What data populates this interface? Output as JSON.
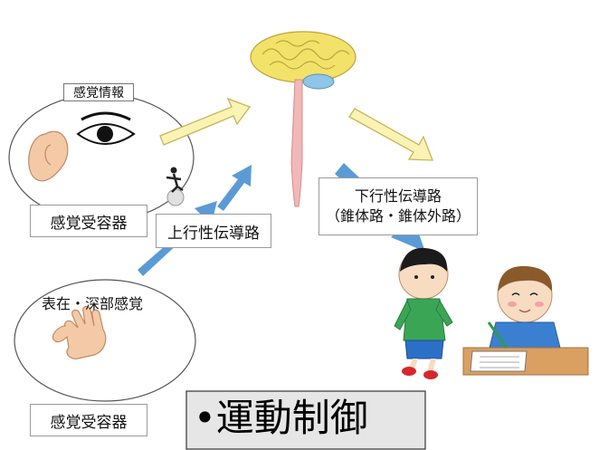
{
  "labels": {
    "sensory_info": "感覚情報",
    "receptor_upper": "感覚受容器",
    "ascending_pathway": "上行性伝導路",
    "descending_pathway_line1": "下行性伝導路",
    "descending_pathway_line2": "（錐体路・錐体外路）",
    "surface_deep_sensation": "表在・深部感覚",
    "receptor_lower": "感覚受容器",
    "motor_control": "•運動制御"
  },
  "colors": {
    "ascending_arrow": "#5b9bd5",
    "descending_arrow": "#5b9bd5",
    "pale_arrow_fill": "#fbf3b3",
    "pale_arrow_stroke": "#c7b55a",
    "spinal_cord": "#f2b8b8",
    "brain": "#f3e26a",
    "title_box": "#e6e6e6"
  }
}
